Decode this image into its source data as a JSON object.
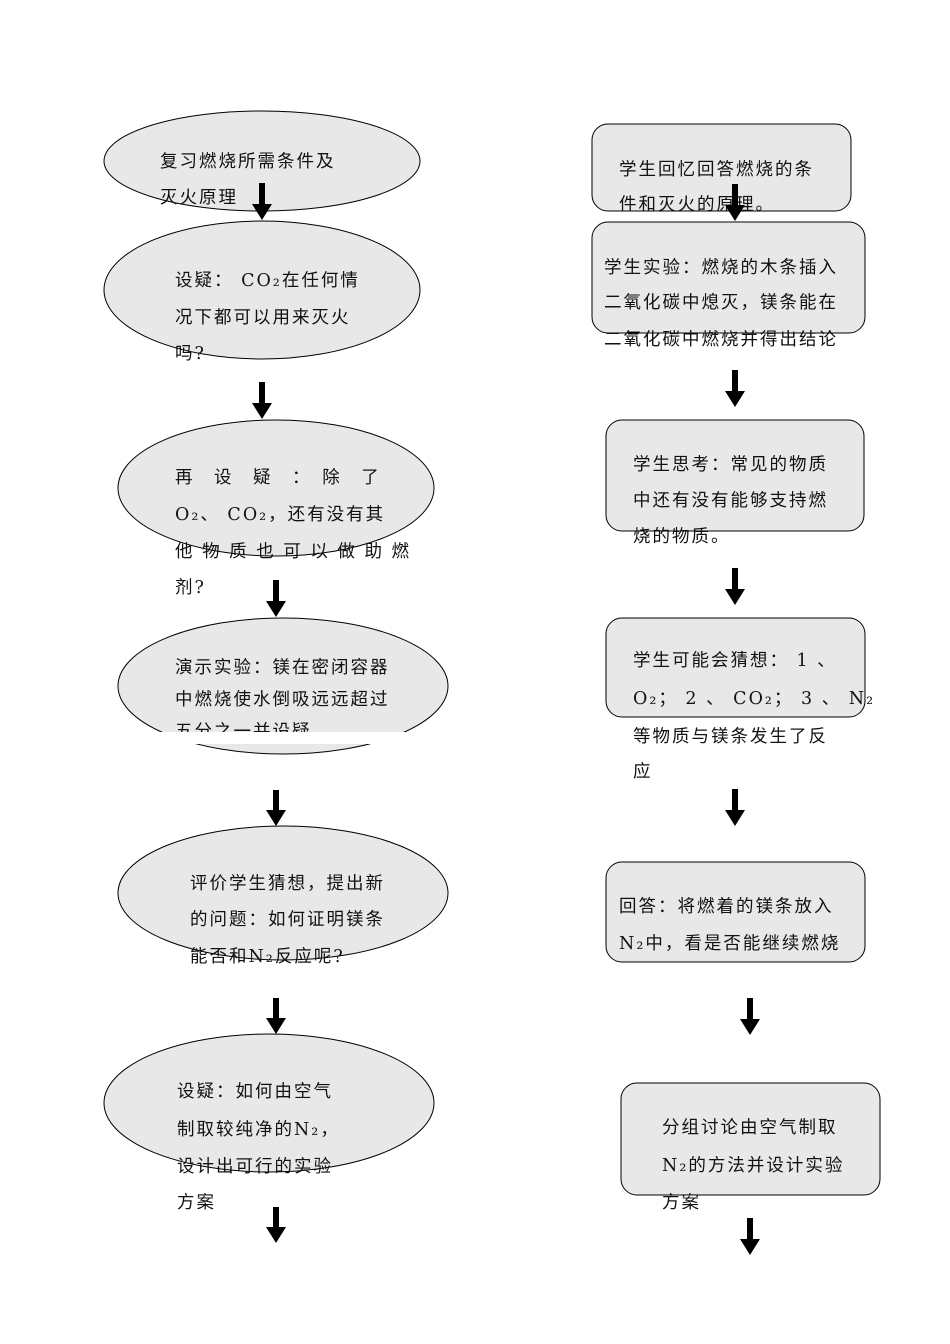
{
  "colors": {
    "shape_fill": "#e8e8e8",
    "stroke": "#000000",
    "arrow": "#000000"
  },
  "left_column": [
    {
      "shape": "ellipse",
      "lines": [
        "复习燃烧所需条件及",
        "灭火原理"
      ]
    },
    {
      "shape": "ellipse",
      "lines": [
        "设疑： CO₂在任何情",
        "况下都可以用来灭火",
        "吗?"
      ]
    },
    {
      "shape": "ellipse",
      "lines": [
        "再　设　疑　：　除　了",
        "O₂、 CO₂，还有没有其",
        "他 物 质 也 可 以 做 助 燃",
        "剂?"
      ]
    },
    {
      "shape": "ellipse",
      "lines": [
        "演示实验：镁在密闭容器",
        "中燃烧使水倒吸远远超过",
        "五分之一并设疑"
      ]
    },
    {
      "shape": "ellipse",
      "lines": [
        "评价学生猜想，提出新",
        "的问题：如何证明镁条",
        "能否和N₂反应呢?"
      ]
    },
    {
      "shape": "ellipse",
      "lines": [
        "设疑：如何由空气",
        "制取较纯净的N₂，",
        "设计出可行的实验",
        "方案"
      ]
    }
  ],
  "right_column": [
    {
      "shape": "rounded-rect",
      "lines": [
        "学生回忆回答燃烧的条",
        "件和灭火的原理。"
      ]
    },
    {
      "shape": "rounded-rect",
      "lines": [
        "学生实验：燃烧的木条插入",
        "二氧化碳中熄灭，镁条能在",
        "二氧化碳中燃烧并得出结论"
      ]
    },
    {
      "shape": "rounded-rect",
      "lines": [
        "学生思考：常见的物质",
        "中还有没有能够支持燃",
        "烧的物质。"
      ]
    },
    {
      "shape": "rounded-rect",
      "lines": [
        "学生可能会猜想： 1 、",
        "O₂； 2 、 CO₂； 3 、 N₂",
        "等物质与镁条发生了反",
        "应"
      ]
    },
    {
      "shape": "rounded-rect",
      "lines": [
        "回答：将燃着的镁条放入",
        "N₂中，看是否能继续燃烧"
      ]
    },
    {
      "shape": "rounded-rect",
      "lines": [
        "分组讨论由空气制取",
        "N₂的方法并设计实验",
        "方案"
      ]
    }
  ],
  "arrow_icon": "down-arrow-icon"
}
